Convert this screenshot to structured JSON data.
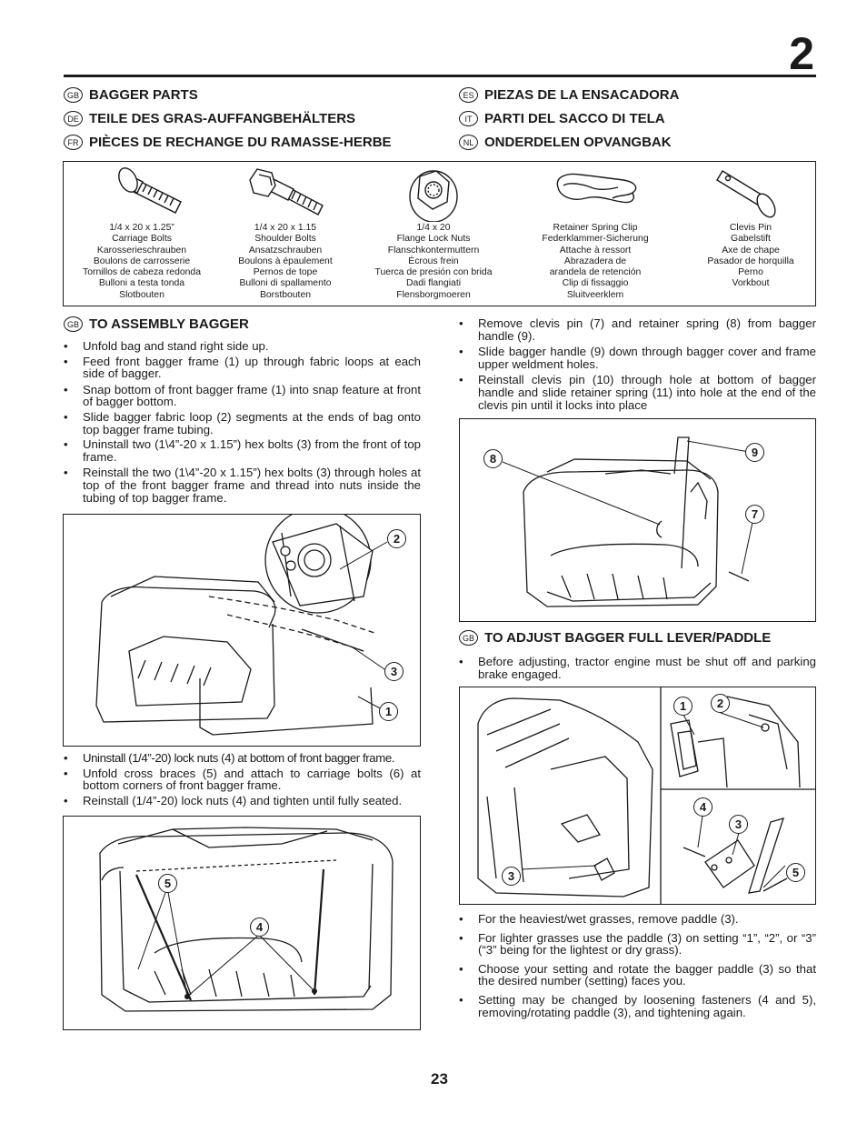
{
  "chapter_number": "2",
  "page_number": "23",
  "headings_left": [
    {
      "lang": "GB",
      "text": "BAGGER PARTS"
    },
    {
      "lang": "DE",
      "text": "TEILE DES GRAS-AUFFANGBEHÄLTERS"
    },
    {
      "lang": "FR",
      "text": "PIÈCES DE RECHANGE DU RAMASSE-HERBE"
    }
  ],
  "headings_right": [
    {
      "lang": "ES",
      "text": "PIEZAS DE LA ENSACADORA"
    },
    {
      "lang": "IT",
      "text": "PARTI DEL SACCO DI TELA"
    },
    {
      "lang": "NL",
      "text": "ONDERDELEN OPVANGBAK"
    }
  ],
  "parts": [
    {
      "icon": "carriage-bolt-icon",
      "lines": [
        "1/4 x 20 x 1.25”",
        "Carriage Bolts",
        "Karosserieschrauben",
        "Boulons de carrosserie",
        "Tornillos de cabeza redonda",
        "Bulloni a testa tonda",
        "Slotbouten"
      ]
    },
    {
      "icon": "shoulder-bolt-icon",
      "lines": [
        "1/4 x 20 x 1.15",
        "Shoulder Bolts",
        "Ansatzschrauben",
        "Boulons à épaulement",
        "Pernos de tope",
        "Bulloni di spallamento",
        "Borstbouten"
      ]
    },
    {
      "icon": "flange-nut-icon",
      "lines": [
        "1/4 x 20",
        "Flange Lock Nuts",
        "Flanschkontermuttern",
        "Écrous frein",
        "Tuerca de presión con brida",
        "Dadi flangiati",
        "Flensborgmoeren"
      ]
    },
    {
      "icon": "spring-clip-icon",
      "lines": [
        "Retainer Spring Clip",
        "Federklammer-Sicherung",
        "Attache à ressort",
        "Abrazadera de",
        "arandela de retención",
        "Clip di fissaggio",
        "Sluitveerklem"
      ]
    },
    {
      "icon": "clevis-pin-icon",
      "lines": [
        "Clevis Pin",
        "Gabelstift",
        "Axe de chape",
        "Pasador de horquilla",
        "Perno",
        "Vorkbout"
      ]
    }
  ],
  "assembly": {
    "lang": "GB",
    "title": "TO ASSEMBLY BAGGER",
    "steps_a": [
      "Unfold bag and stand right side up.",
      "Feed front bagger frame (1) up through fabric loops at each side of bagger.",
      "Snap bottom of front bagger frame (1) into snap feature at front of bagger bottom.",
      "Slide bagger fabric loop (2) segments at the ends of bag onto top bagger frame tubing.",
      "Uninstall two (1\\4”-20 x 1.15”) hex bolts (3) from the front of top frame.",
      "Reinstall the two (1\\4”-20 x 1.15”) hex bolts (3) through holes at top of the front bagger frame and thread into nuts inside the tubing of top bagger frame."
    ],
    "steps_b": [
      "Uninstall (1/4”-20) lock nuts (4) at bottom of front bagger frame.",
      "Unfold cross braces (5) and attach to carriage bolts (6) at bottom corners of front bagger frame.",
      "Reinstall (1/4”-20) lock nuts (4) and tighten until fully seated."
    ],
    "fig1_callouts": [
      "2",
      "3",
      "1"
    ],
    "fig2_callouts": [
      "5",
      "4"
    ]
  },
  "handle": {
    "steps": [
      "Remove clevis pin (7) and retainer spring (8) from bagger handle (9).",
      "Slide bagger handle (9) down through bagger cover and frame upper weldment holes.",
      "Reinstall clevis pin (10) through hole at bottom of bagger handle and slide retainer spring (11) into hole at the end of the clevis pin until it locks into place"
    ],
    "fig_callouts": [
      "8",
      "9",
      "7"
    ]
  },
  "adjust": {
    "lang": "GB",
    "title": "TO ADJUST BAGGER FULL LEVER/PADDLE",
    "pre_steps": [
      "Before adjusting, tractor engine must be shut off and parking brake engaged."
    ],
    "fig_callouts": [
      "1",
      "2",
      "4",
      "3",
      "3",
      "5"
    ],
    "steps": [
      "For the heaviest/wet grasses, remove paddle (3).",
      "For lighter grasses use the paddle (3) on setting “1”, “2”, or “3” (“3” being for the lightest or dry grass).",
      "Choose your setting and rotate the bagger paddle (3) so that the desired number (setting) faces you.",
      "Setting may be changed by loosening fasteners (4 and 5), removing/rotating paddle (3), and tightening again."
    ]
  }
}
